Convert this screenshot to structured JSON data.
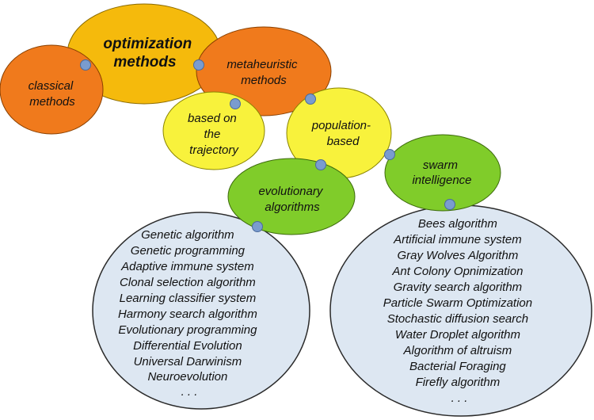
{
  "nodes": {
    "optimization": {
      "lines": [
        "optimization",
        "methods"
      ],
      "color": "#F5BA0C"
    },
    "classical": {
      "lines": [
        "classical",
        "methods"
      ],
      "color": "#F07A1C"
    },
    "metaheuristic": {
      "lines": [
        "metaheuristic",
        "methods"
      ],
      "color": "#F07A1C"
    },
    "trajectory": {
      "lines": [
        "based on",
        "the",
        "trajectory"
      ],
      "color": "#F8F23C"
    },
    "population": {
      "lines": [
        "population-",
        "based"
      ],
      "color": "#F8F23C"
    },
    "evolutionary": {
      "lines": [
        "evolutionary",
        "algorithms"
      ],
      "color": "#80CC2A"
    },
    "swarm": {
      "lines": [
        "swarm",
        "intelligence"
      ],
      "color": "#80CC2A"
    }
  },
  "evolutionary_list": {
    "items": [
      "Genetic algorithm",
      "Genetic programming",
      "Adaptive immune system",
      "Clonal selection algorithm",
      "Learning classifier system",
      "Harmony search algorithm",
      "Evolutionary programming",
      "Differential Evolution",
      "Universal Darwinism",
      "Neuroevolution",
      ".   .   ."
    ],
    "color": "#DDE7F2"
  },
  "swarm_list": {
    "items": [
      "Bees algorithm",
      "Artificial immune system",
      "Gray Wolves Algorithm",
      "Ant Colony Opnimization",
      "Gravity search algorithm",
      "Particle Swarm Optimization",
      "Stochastic diffusion search",
      "Water Droplet algorithm",
      "Algorithm of altruism",
      "Bacterial Foraging",
      "Firefly algorithm",
      ".   .   ."
    ],
    "color": "#DDE7F2"
  },
  "connector_color": "#7A9CCF"
}
